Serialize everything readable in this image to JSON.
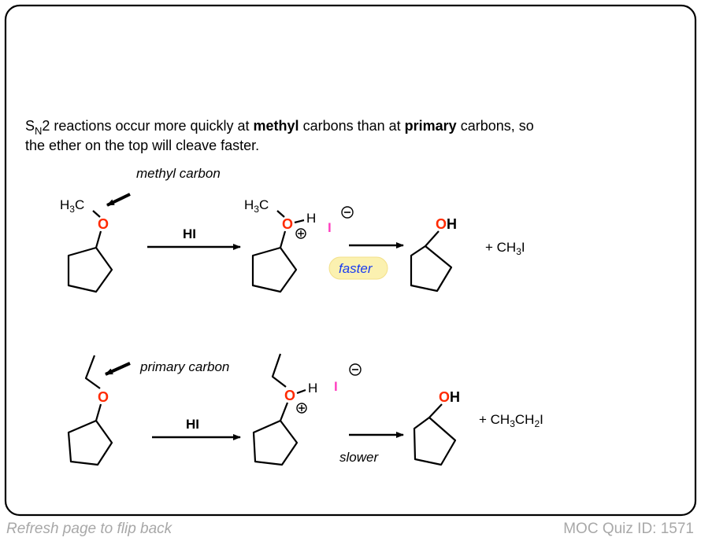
{
  "explanation": {
    "line1": [
      "S",
      "N",
      "2 reactions occur more quickly at ",
      "methyl",
      " carbons than at ",
      "primary",
      " carbons, so"
    ],
    "line2": "the ether on the top will cleave faster."
  },
  "reaction_top": {
    "label": "methyl carbon",
    "substituent": [
      "H",
      "3",
      "C"
    ],
    "oxygen": "O",
    "hydrogen": "H",
    "reagent": "HI",
    "iodide": "I",
    "rate": "faster",
    "product_oh": [
      "O",
      "H"
    ],
    "byproduct": [
      "+ CH",
      "3",
      "I"
    ]
  },
  "reaction_bottom": {
    "label": "primary carbon",
    "oxygen": "O",
    "hydrogen": "H",
    "reagent": "HI",
    "iodide": "I",
    "rate": "slower",
    "product_oh": [
      "O",
      "H"
    ],
    "byproduct": [
      "+ CH",
      "3",
      "CH",
      "2",
      "I"
    ]
  },
  "footer": {
    "hint": "Refresh page to flip back",
    "quiz_id": "MOC Quiz ID: 1571"
  },
  "colors": {
    "oxygen": "#ff2a00",
    "iodide": "#ff3fbf",
    "faster_text": "#1a3cf0",
    "faster_bg": "#fbf1b0",
    "footer": "#a8a8a8"
  }
}
